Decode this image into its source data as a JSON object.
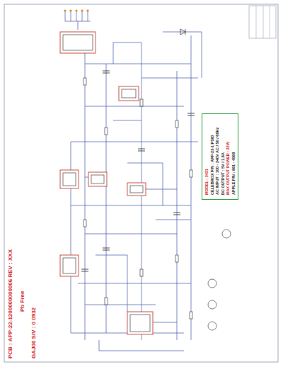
{
  "diagram": {
    "nodes": [
      {
        "text": [
          "MODEL : 3431",
          "CELEBROX P/N : APP-22-1 PSID",
          "AC INPUT : 100 - 240V AC / 50 / 60Hz",
          "DC OUTPUT : 5V / 1.8A",
          "MAX OUTPUT POWER : 22W",
          "APPLE P/N : 661 - 4568"
        ]
      }
    ],
    "labels": [
      "PCB : APP-22-1200000000006 REV : XXX",
      "Pb Free",
      "GAJ00   SIV : 0   0932"
    ]
  }
}
